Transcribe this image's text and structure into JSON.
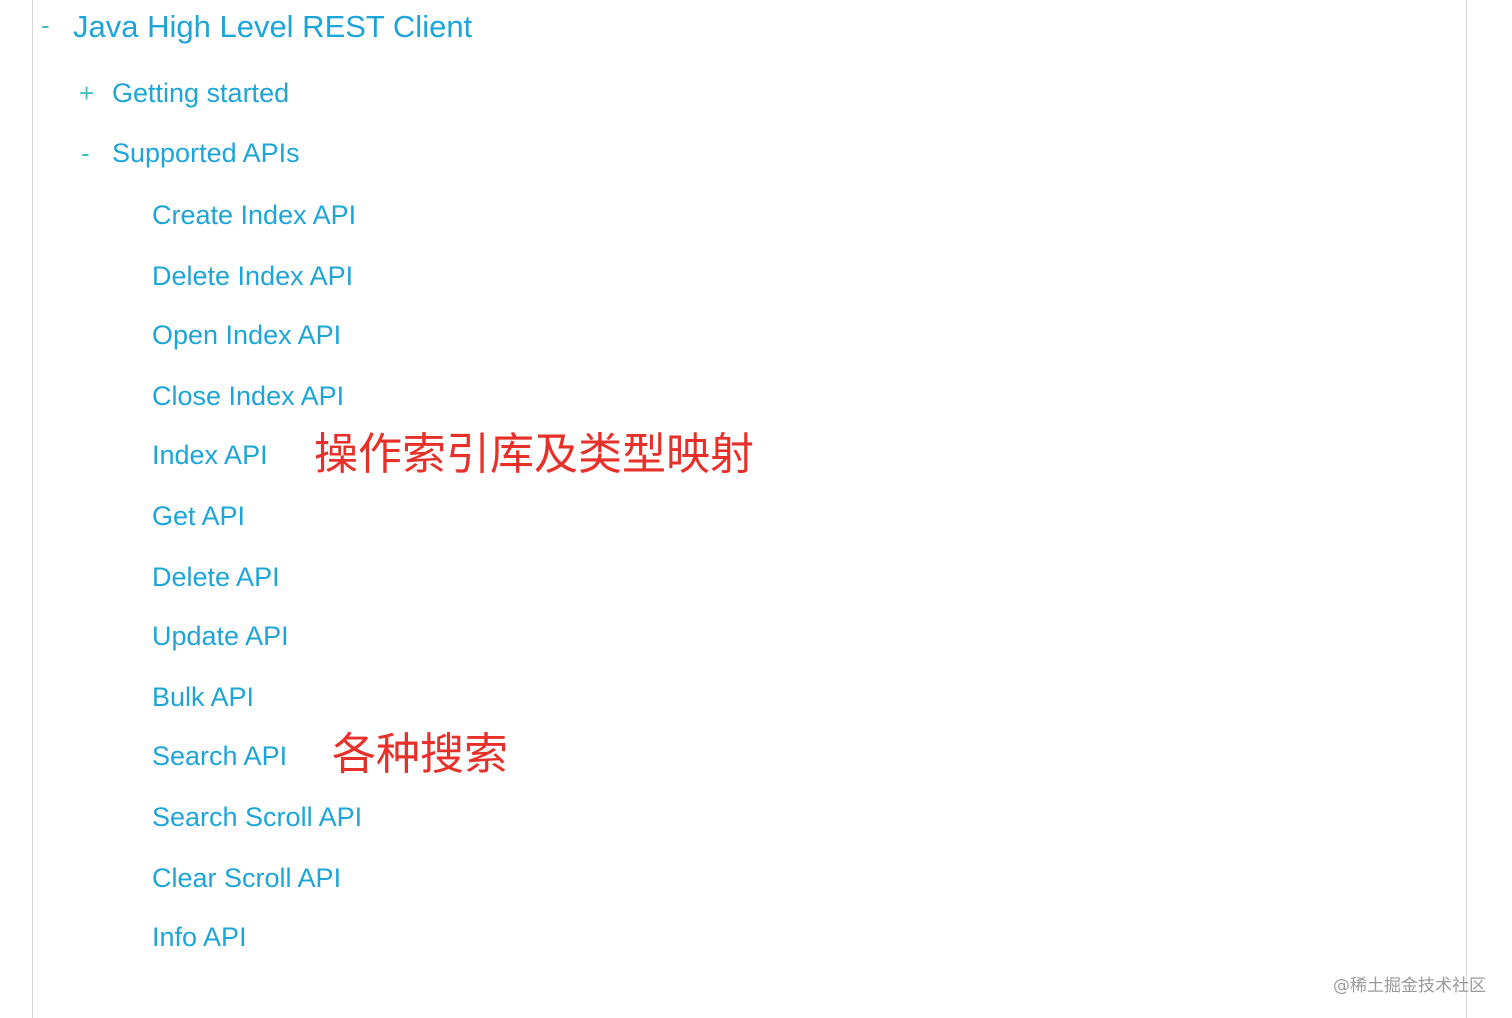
{
  "tree": {
    "root": {
      "toggle": "-",
      "label": "Java High Level REST Client"
    },
    "children": [
      {
        "toggle": "+",
        "label": "Getting started"
      },
      {
        "toggle": "-",
        "label": "Supported APIs"
      }
    ],
    "api_items": [
      "Create Index API",
      "Delete Index API",
      "Open Index API",
      "Close Index API",
      "Index API",
      "Get API",
      "Delete API",
      "Update API",
      "Bulk API",
      "Search API",
      "Search Scroll API",
      "Clear Scroll API",
      "Info API"
    ]
  },
  "annotations": {
    "index_ops": "操作索引库及类型映射",
    "search_ops": "各种搜索"
  },
  "watermark": "@稀土掘金技术社区",
  "colors": {
    "link": "#1ea5d8",
    "toggle": "#40c0c0",
    "annotation": "#e8302a"
  }
}
